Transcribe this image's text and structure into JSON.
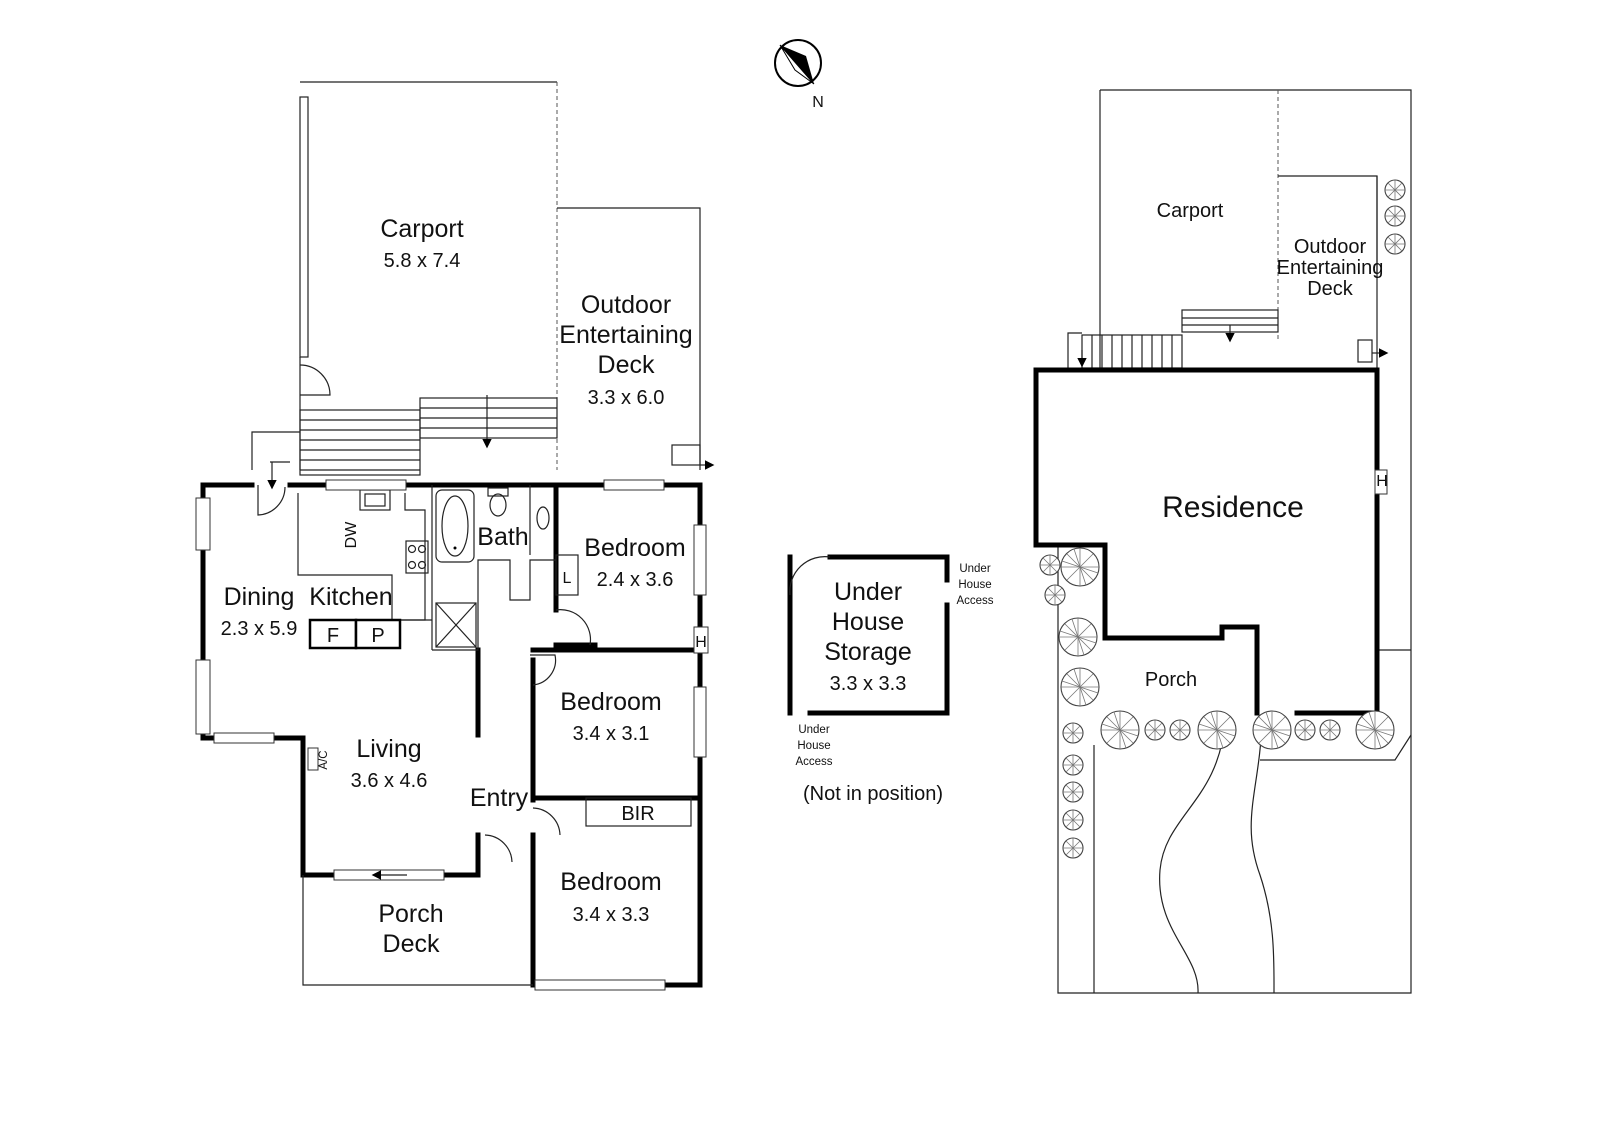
{
  "compass": {
    "label": "N"
  },
  "floor_plan": {
    "rooms": [
      {
        "id": "carport",
        "name": "Carport",
        "dim": "5.8 x 7.4"
      },
      {
        "id": "outdoor-deck",
        "lines": [
          "Outdoor",
          "Entertaining",
          "Deck"
        ],
        "dim": "3.3 x 6.0"
      },
      {
        "id": "bath",
        "name": "Bath"
      },
      {
        "id": "bedroom-1",
        "name": "Bedroom",
        "dim": "2.4 x 3.6"
      },
      {
        "id": "dining",
        "name": "Dining",
        "dim": "2.3 x 5.9"
      },
      {
        "id": "kitchen",
        "name": "Kitchen"
      },
      {
        "id": "bedroom-2",
        "name": "Bedroom",
        "dim": "3.4 x 3.1"
      },
      {
        "id": "living",
        "name": "Living",
        "dim": "3.6 x 4.6"
      },
      {
        "id": "entry",
        "name": "Entry"
      },
      {
        "id": "bedroom-3",
        "name": "Bedroom",
        "dim": "3.4 x 3.3"
      },
      {
        "id": "porch-deck",
        "lines": [
          "Porch",
          "Deck"
        ]
      }
    ],
    "fixtures": {
      "dw": "DW",
      "fridge": "F",
      "pantry": "P",
      "laundry": "L",
      "bir": "BIR",
      "hot_water": "H",
      "ac": "A/C"
    }
  },
  "storage": {
    "lines": [
      "Under",
      "House",
      "Storage"
    ],
    "dim": "3.3 x 3.3",
    "access_top": [
      "Under",
      "House",
      "Access"
    ],
    "access_bottom": [
      "Under",
      "House",
      "Access"
    ],
    "note": "(Not in position)"
  },
  "site_plan": {
    "carport": "Carport",
    "deck": [
      "Outdoor",
      "Entertaining",
      "Deck"
    ],
    "residence": "Residence",
    "porch": "Porch",
    "hot_water": "H"
  }
}
